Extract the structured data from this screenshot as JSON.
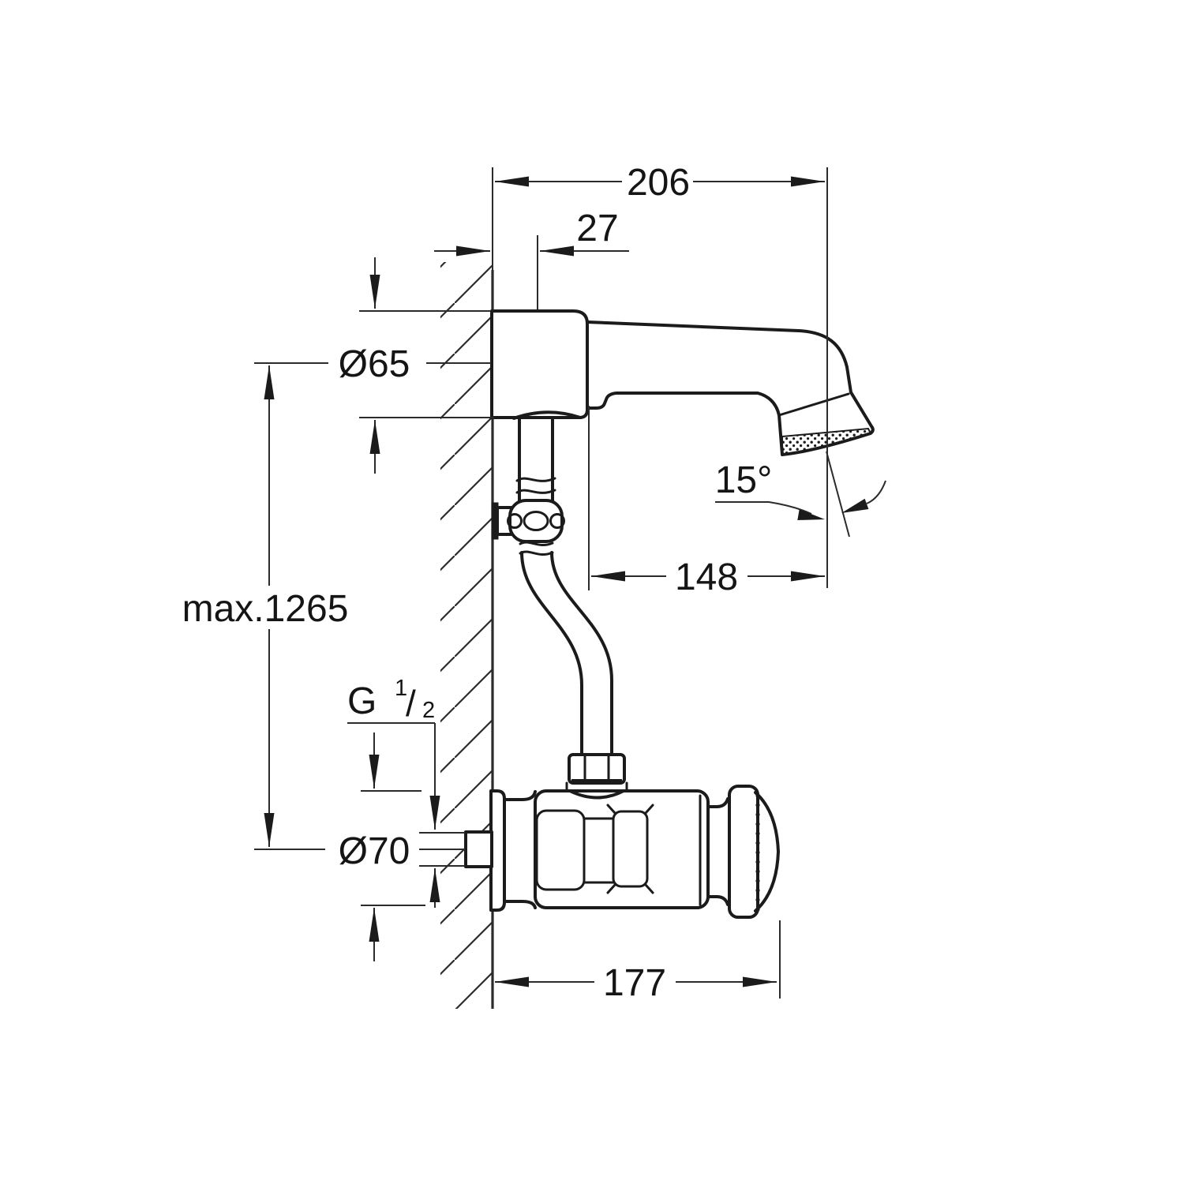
{
  "page": {
    "background": "#ffffff",
    "line_color": "#1b1b1b"
  },
  "diagram": {
    "type": "technical-drawing",
    "subject": "wall-mounted shower fitting, side elevation with dimensions",
    "dimensions": {
      "total_depth": "206",
      "top_offset": "27",
      "rosette_diameter": "Ø65",
      "spray_angle": "15°",
      "head_reach": "148",
      "max_height": "max.1265",
      "body_diameter": "Ø70",
      "valve_depth": "177",
      "thread_prefix": "G",
      "thread_numerator": "1",
      "thread_slash": "/",
      "thread_denominator": "2"
    }
  }
}
